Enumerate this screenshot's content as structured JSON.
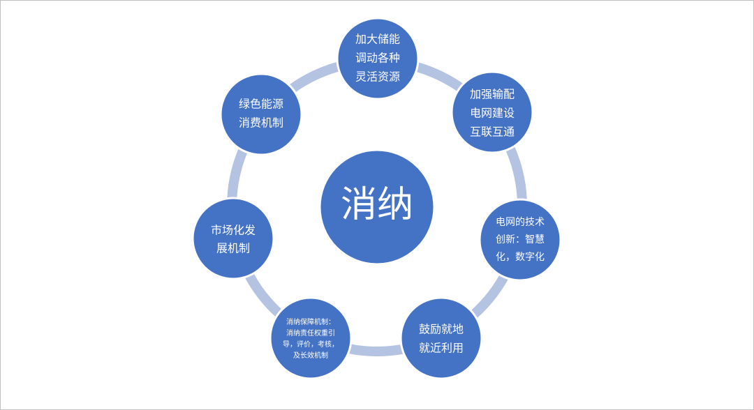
{
  "colors": {
    "node_fill": "#4472c4",
    "node_stroke": "#ffffff",
    "ring": "#b4c3e2",
    "text": "#ffffff"
  },
  "center": {
    "label": "消纳"
  },
  "nodes": [
    {
      "lines": [
        "加大储能",
        "调动各种",
        "灵活资源"
      ]
    },
    {
      "lines": [
        "加强输配",
        "电网建设",
        "互联互通"
      ]
    },
    {
      "lines": [
        "电网的技术",
        "创新：智慧",
        "化，数字化"
      ]
    },
    {
      "lines": [
        "鼓励就地",
        "就近利用"
      ]
    },
    {
      "lines": [
        "消纳保障机制：",
        "消纳责任权重引",
        "导，评价，考核，",
        "及长效机制"
      ]
    },
    {
      "lines": [
        "市场化发",
        "展机制"
      ]
    },
    {
      "lines": [
        "绿色能源",
        "消费机制"
      ]
    }
  ]
}
